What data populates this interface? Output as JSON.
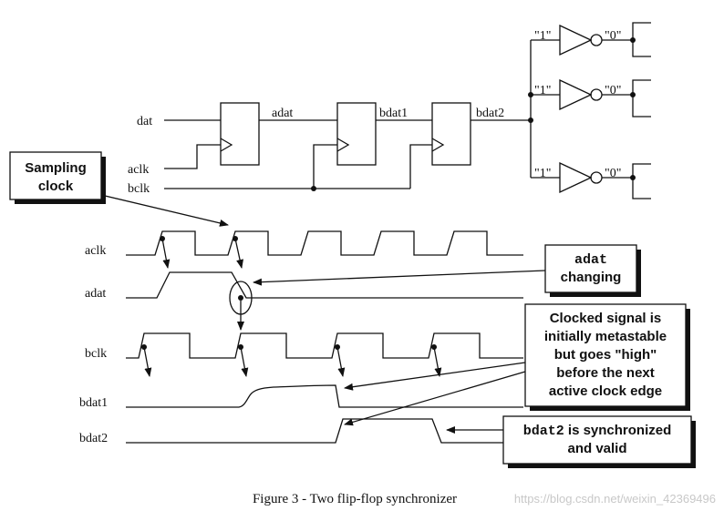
{
  "signals": {
    "dat": "dat",
    "aclk": "aclk",
    "bclk": "bclk",
    "adat": "adat",
    "bdat1": "bdat1",
    "bdat2": "bdat2"
  },
  "logic": {
    "one": "\"1\"",
    "zero": "\"0\""
  },
  "timing_labels": {
    "aclk": "aclk",
    "adat": "adat",
    "bclk": "bclk",
    "bdat1": "bdat1",
    "bdat2": "bdat2"
  },
  "callouts": {
    "sampling_line1": "Sampling",
    "sampling_line2": "clock",
    "adat_changing_code": "adat",
    "adat_changing_text": "changing",
    "metastable_line1": "Clocked signal is",
    "metastable_line2": "initially metastable",
    "metastable_line3": "but goes \"high\"",
    "metastable_line4": "before the next",
    "metastable_line5": "active clock edge",
    "sync_code": "bdat2",
    "sync_text1": " is synchronized",
    "sync_text2": "and valid"
  },
  "caption": "Figure 3 - Two flip-flop synchronizer",
  "watermark": "https://blog.csdn.net/weixin_42369496"
}
